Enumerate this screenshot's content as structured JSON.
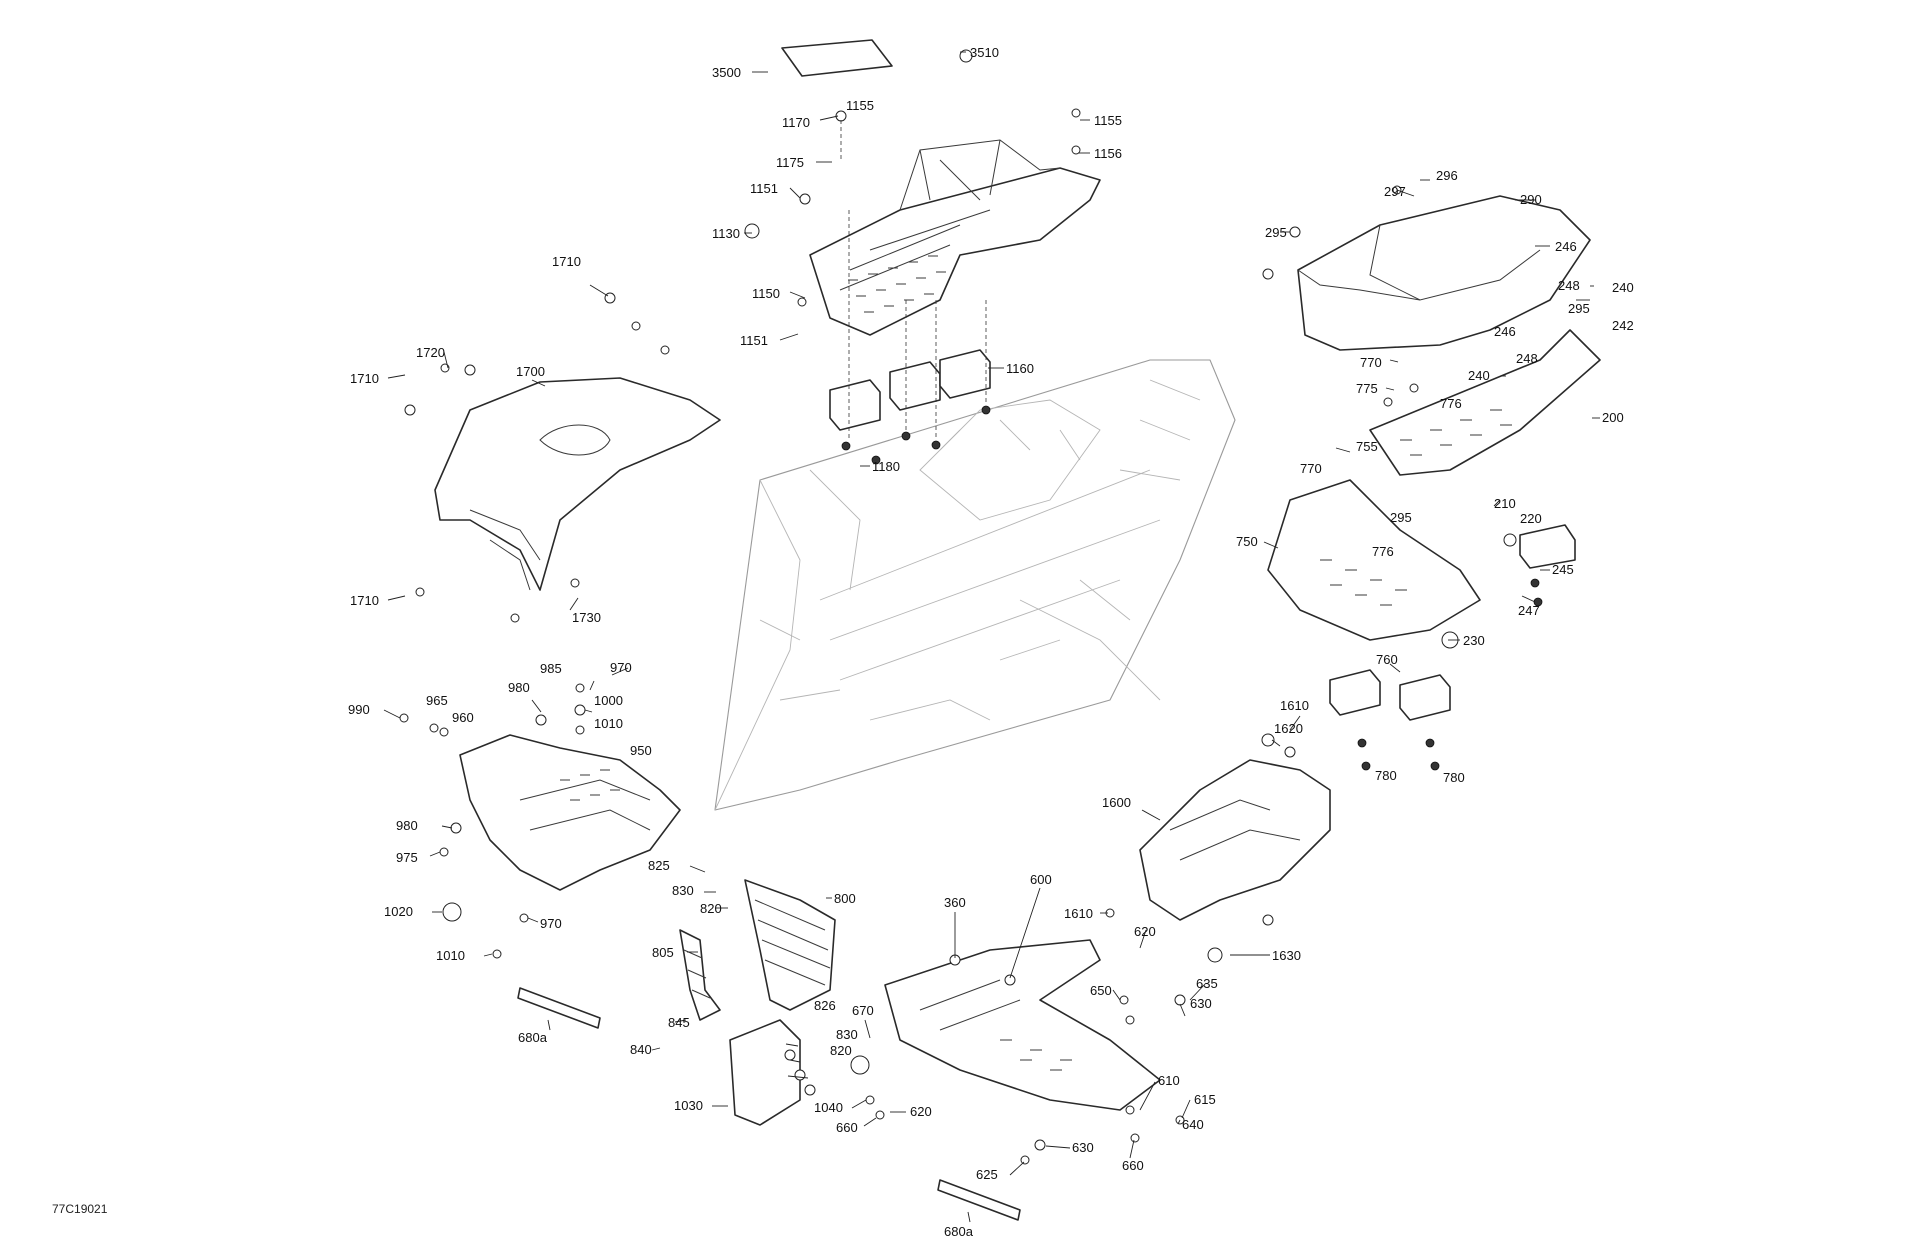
{
  "figure_code": "77C19021",
  "callouts": [
    {
      "id": "c3500",
      "text": "3500"
    },
    {
      "id": "c3510",
      "text": "3510"
    },
    {
      "id": "c1155a",
      "text": "1155"
    },
    {
      "id": "c1170",
      "text": "1170"
    },
    {
      "id": "c1155b",
      "text": "1155"
    },
    {
      "id": "c1156",
      "text": "1156"
    },
    {
      "id": "c1175",
      "text": "1175"
    },
    {
      "id": "c1151a",
      "text": "1151"
    },
    {
      "id": "c1130",
      "text": "1130"
    },
    {
      "id": "c1150",
      "text": "1150"
    },
    {
      "id": "c1151b",
      "text": "1151"
    },
    {
      "id": "c1160",
      "text": "1160"
    },
    {
      "id": "c1180",
      "text": "1180"
    },
    {
      "id": "c1710a",
      "text": "1710"
    },
    {
      "id": "c1720",
      "text": "1720"
    },
    {
      "id": "c1700",
      "text": "1700"
    },
    {
      "id": "c1710b",
      "text": "1710"
    },
    {
      "id": "c1710c",
      "text": "1710"
    },
    {
      "id": "c1730",
      "text": "1730"
    },
    {
      "id": "c297",
      "text": "297"
    },
    {
      "id": "c296",
      "text": "296"
    },
    {
      "id": "c290",
      "text": "290"
    },
    {
      "id": "c295a",
      "text": "295"
    },
    {
      "id": "c246a",
      "text": "246"
    },
    {
      "id": "c248a",
      "text": "248"
    },
    {
      "id": "c240a",
      "text": "240"
    },
    {
      "id": "c295b",
      "text": "295"
    },
    {
      "id": "c242",
      "text": "242"
    },
    {
      "id": "c246b",
      "text": "246"
    },
    {
      "id": "c770a",
      "text": "770"
    },
    {
      "id": "c248b",
      "text": "248"
    },
    {
      "id": "c775",
      "text": "775"
    },
    {
      "id": "c240b",
      "text": "240"
    },
    {
      "id": "c776a",
      "text": "776"
    },
    {
      "id": "c200",
      "text": "200"
    },
    {
      "id": "c755",
      "text": "755"
    },
    {
      "id": "c770b",
      "text": "770"
    },
    {
      "id": "c295c",
      "text": "295"
    },
    {
      "id": "c210",
      "text": "210"
    },
    {
      "id": "c220",
      "text": "220"
    },
    {
      "id": "c750",
      "text": "750"
    },
    {
      "id": "c776b",
      "text": "776"
    },
    {
      "id": "c245",
      "text": "245"
    },
    {
      "id": "c247",
      "text": "247"
    },
    {
      "id": "c230",
      "text": "230"
    },
    {
      "id": "c760",
      "text": "760"
    },
    {
      "id": "c780a",
      "text": "780"
    },
    {
      "id": "c780b",
      "text": "780"
    },
    {
      "id": "c985",
      "text": "985"
    },
    {
      "id": "c970a",
      "text": "970"
    },
    {
      "id": "c980a",
      "text": "980"
    },
    {
      "id": "c1000",
      "text": "1000"
    },
    {
      "id": "c990",
      "text": "990"
    },
    {
      "id": "c965",
      "text": "965"
    },
    {
      "id": "c960",
      "text": "960"
    },
    {
      "id": "c1010a",
      "text": "1010"
    },
    {
      "id": "c950",
      "text": "950"
    },
    {
      "id": "c980b",
      "text": "980"
    },
    {
      "id": "c975",
      "text": "975"
    },
    {
      "id": "c1020",
      "text": "1020"
    },
    {
      "id": "c1010b",
      "text": "1010"
    },
    {
      "id": "c970b",
      "text": "970"
    },
    {
      "id": "c680a1",
      "text": "680a"
    },
    {
      "id": "c825",
      "text": "825"
    },
    {
      "id": "c830a",
      "text": "830"
    },
    {
      "id": "c820a",
      "text": "820"
    },
    {
      "id": "c800",
      "text": "800"
    },
    {
      "id": "c805",
      "text": "805"
    },
    {
      "id": "c845",
      "text": "845"
    },
    {
      "id": "c840",
      "text": "840"
    },
    {
      "id": "c826",
      "text": "826"
    },
    {
      "id": "c830b",
      "text": "830"
    },
    {
      "id": "c820b",
      "text": "820"
    },
    {
      "id": "c1030",
      "text": "1030"
    },
    {
      "id": "c1040",
      "text": "1040"
    },
    {
      "id": "c660a",
      "text": "660"
    },
    {
      "id": "c620a",
      "text": "620"
    },
    {
      "id": "c670",
      "text": "670"
    },
    {
      "id": "c360",
      "text": "360"
    },
    {
      "id": "c600",
      "text": "600"
    },
    {
      "id": "c1610a",
      "text": "1610"
    },
    {
      "id": "c1620",
      "text": "1620"
    },
    {
      "id": "c1600",
      "text": "1600"
    },
    {
      "id": "c1610b",
      "text": "1610"
    },
    {
      "id": "c620b",
      "text": "620"
    },
    {
      "id": "c1630",
      "text": "1630"
    },
    {
      "id": "c635",
      "text": "635"
    },
    {
      "id": "c650",
      "text": "650"
    },
    {
      "id": "c630a",
      "text": "630"
    },
    {
      "id": "c610",
      "text": "610"
    },
    {
      "id": "c615",
      "text": "615"
    },
    {
      "id": "c640",
      "text": "640"
    },
    {
      "id": "c630b",
      "text": "630"
    },
    {
      "id": "c660b",
      "text": "660"
    },
    {
      "id": "c625",
      "text": "625"
    },
    {
      "id": "c680a2",
      "text": "680a"
    }
  ]
}
